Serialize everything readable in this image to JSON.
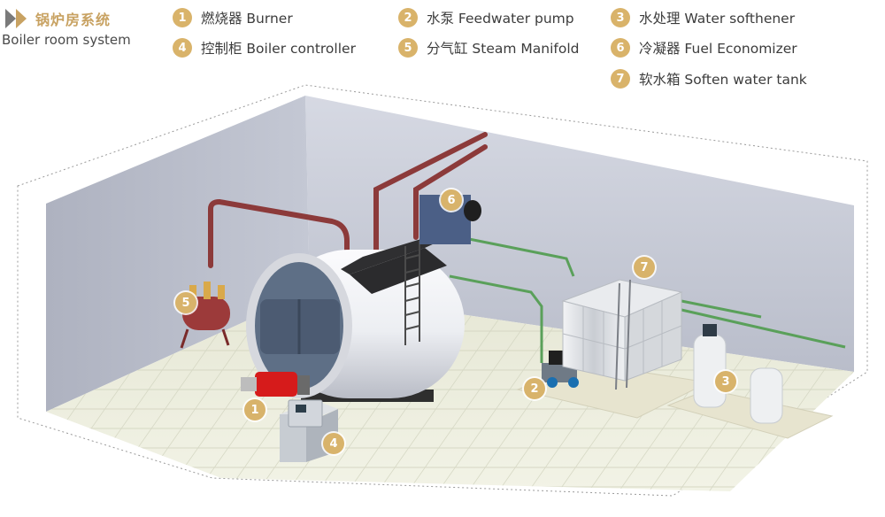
{
  "header": {
    "title_cn": "锅炉房系统",
    "title_en": "Boiler room system"
  },
  "legend": [
    {
      "num": "1",
      "label": "燃烧器 Burner"
    },
    {
      "num": "2",
      "label": "水泵 Feedwater pump"
    },
    {
      "num": "3",
      "label": "水处理 Water softhener"
    },
    {
      "num": "4",
      "label": "控制柜 Boiler controller"
    },
    {
      "num": "5",
      "label": "分气缸 Steam Manifold"
    },
    {
      "num": "6",
      "label": "冷凝器 Fuel Economizer"
    },
    {
      "num": "7",
      "label": "软水箱 Soften water tank"
    }
  ],
  "markers": {
    "burner": "1",
    "pump": "2",
    "softener": "3",
    "controller": "4",
    "manifold": "5",
    "economizer": "6",
    "tank": "7"
  },
  "colors": {
    "accent_gold": "#d9b36a",
    "steam_pipe": "#8c3a3a",
    "water_pipe": "#5aa05a"
  }
}
